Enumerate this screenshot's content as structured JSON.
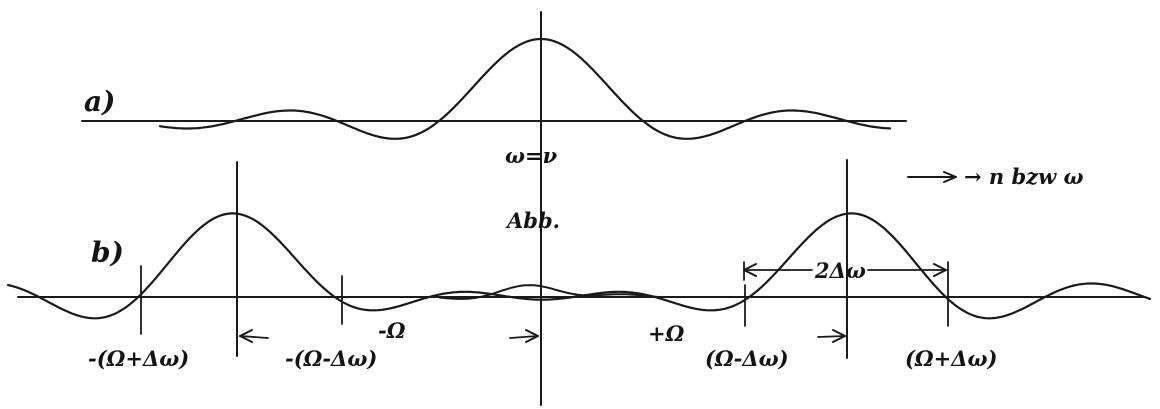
{
  "labels": {
    "part_a": "a)",
    "part_b": "b)",
    "center_a": "ω=ν",
    "axis_note": "→ n bzw ω",
    "figure": "Abb.",
    "minus_omega_plus_domega": "-(Ω+Δω)",
    "minus_omega_minus_domega": "-(Ω-Δω)",
    "minus_omega": "-Ω",
    "plus_omega": "+Ω",
    "omega_minus_domega": "(Ω-Δω)",
    "omega_plus_domega": "(Ω+Δω)",
    "two_domega": "2Δω"
  },
  "colors": {
    "ink": "#1a1a1a",
    "paper": "#ffffff"
  }
}
